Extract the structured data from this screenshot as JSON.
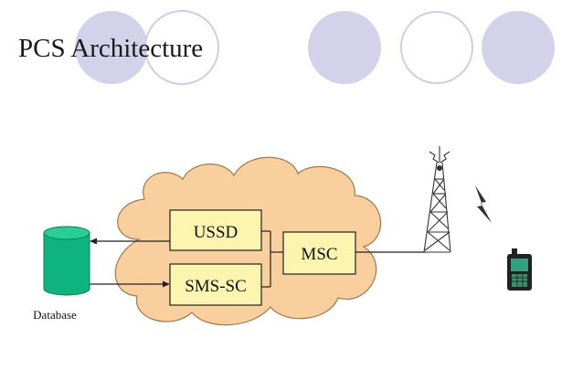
{
  "slide": {
    "title": "PCS Architecture"
  },
  "diagram": {
    "nodes": {
      "ussd": "USSD",
      "sms_sc": "SMS-SC",
      "msc": "MSC",
      "database": "Database"
    }
  },
  "colors": {
    "deco_circle_fill": "#d4d2ea",
    "deco_circle_stroke": "#cfcde6",
    "cloud_fill": "#f9cf9d",
    "cloud_stroke": "#a0794c",
    "box_fill": "#fbf5b0",
    "box_stroke": "#222222",
    "database_fill": "#0fb37d",
    "database_top": "#27cf95",
    "tower_stroke": "#333333",
    "phone_body": "#222222",
    "phone_screen": "#2fa37d"
  }
}
